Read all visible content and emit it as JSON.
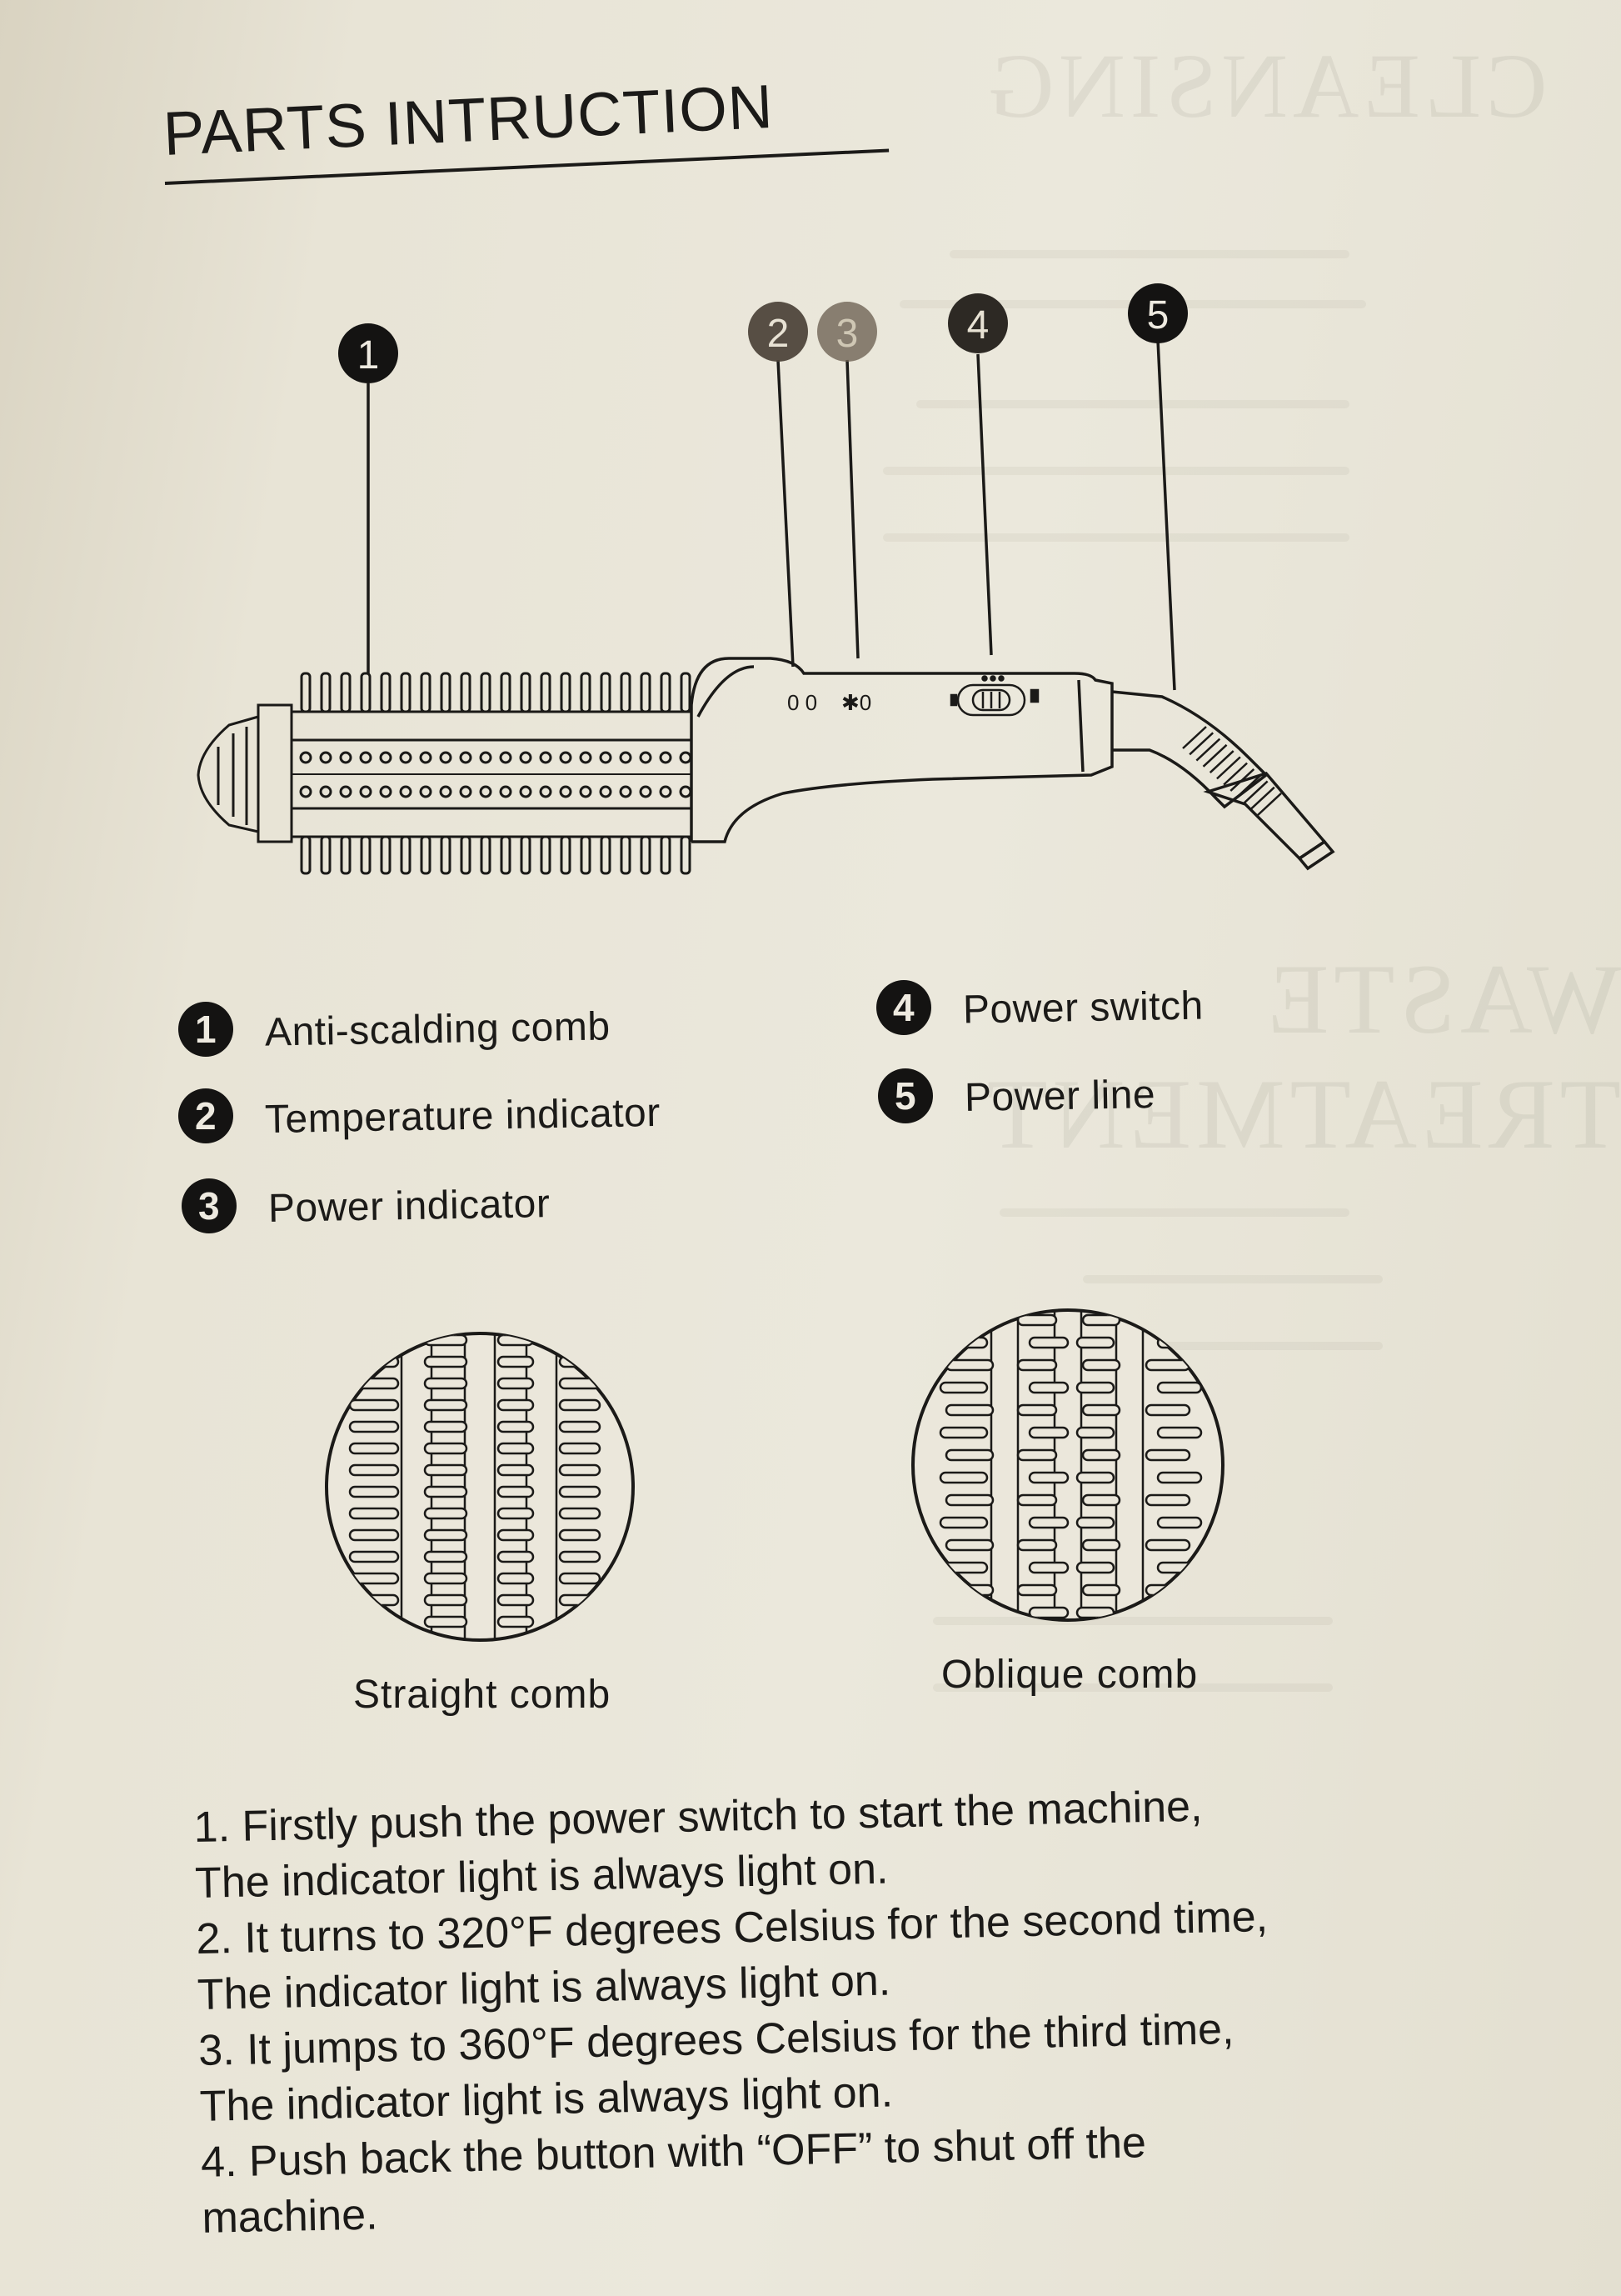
{
  "title": "PARTS INTRUCTION",
  "callouts": [
    "1",
    "2",
    "3",
    "4",
    "5"
  ],
  "handle_markings": {
    "indicators": "0  0",
    "lock_symbol": "✱0"
  },
  "legend": [
    {
      "number": "1",
      "label": "Anti-scalding comb"
    },
    {
      "number": "2",
      "label": "Temperature indicator"
    },
    {
      "number": "3",
      "label": "Power indicator"
    },
    {
      "number": "4",
      "label": "Power switch"
    },
    {
      "number": "5",
      "label": "Power line"
    }
  ],
  "comb_types": [
    {
      "label": "Straight comb"
    },
    {
      "label": "Oblique comb"
    }
  ],
  "instructions": [
    "1. Firstly push the power switch to start the machine,",
    "The indicator light is always light on.",
    "2. It turns to 320°F degrees Celsius for the second time,",
    "The indicator light is always light on.",
    "3. It jumps to 360°F degrees Celsius for the third time,",
    "The indicator light is always light on.",
    "4. Push back the button with  “OFF”  to shut off the",
    "machine."
  ],
  "colors": {
    "paper": "#e6e2d4",
    "ink": "#1b1a18"
  }
}
